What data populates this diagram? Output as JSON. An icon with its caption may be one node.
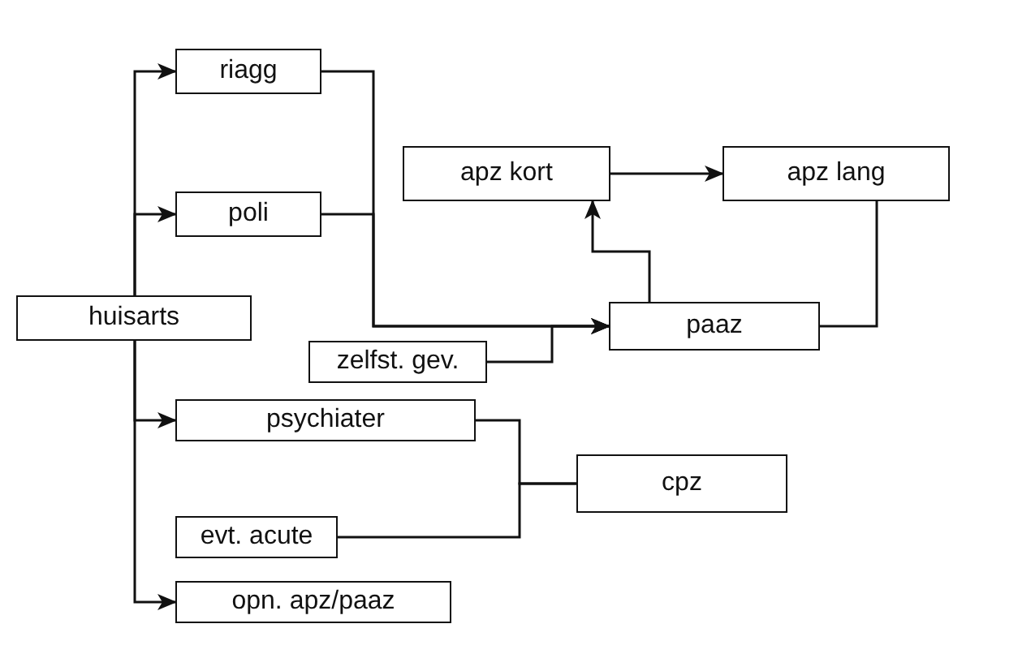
{
  "diagram": {
    "nodes": [
      {
        "text": [
          "riagg"
        ]
      },
      {
        "text": [
          "apz kort"
        ]
      },
      {
        "text": [
          "apz lang"
        ]
      },
      {
        "text": [
          "poli"
        ]
      },
      {
        "text": [
          "huisarts"
        ]
      },
      {
        "text": [
          "paaz"
        ]
      },
      {
        "text": [
          "zelfst. gev."
        ]
      },
      {
        "text": [
          "psychiater"
        ]
      },
      {
        "text": [
          "cpz"
        ]
      },
      {
        "text": [
          "evt. acute"
        ]
      },
      {
        "text": [
          "opn. apz/paaz"
        ]
      }
    ],
    "edges": [
      {
        "from": 4,
        "to": 0,
        "arrow": "to"
      },
      {
        "from": 4,
        "to": 3,
        "arrow": "to"
      },
      {
        "from": 4,
        "to": 7,
        "arrow": "to"
      },
      {
        "from": 4,
        "to": 10,
        "arrow": "to"
      },
      {
        "from": 0,
        "to": 5,
        "arrow": "to"
      },
      {
        "from": 3,
        "to": 5,
        "arrow": "to"
      },
      {
        "from": 6,
        "to": 5,
        "arrow": "to"
      },
      {
        "from": 1,
        "to": 2,
        "arrow": "to"
      },
      {
        "from": 5,
        "to": 1,
        "arrow": "to"
      },
      {
        "from": 5,
        "to": 2,
        "arrow": "none"
      },
      {
        "from": 7,
        "to": 8,
        "arrow": "none"
      },
      {
        "from": 9,
        "to": 8,
        "arrow": "none"
      }
    ]
  }
}
